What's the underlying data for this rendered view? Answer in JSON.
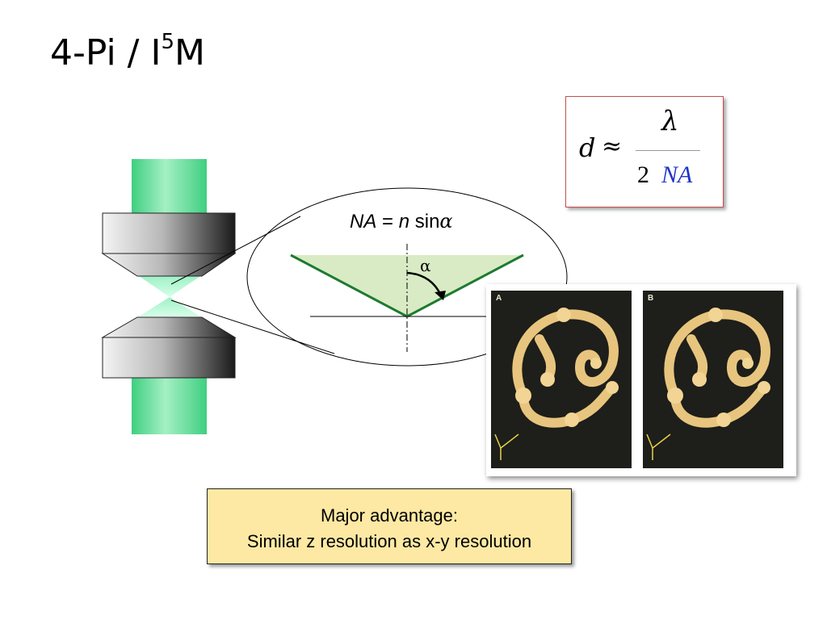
{
  "title": {
    "main": "4-Pi / I",
    "superscript": "5",
    "suffix": "M"
  },
  "formula": {
    "d": "d",
    "approx": "≈",
    "numerator": "λ",
    "denominator_num": "2",
    "denominator_na": "NA"
  },
  "na_equation": {
    "na": "NA",
    "eq": " = ",
    "n": "n",
    "sin": " sin",
    "alpha": "α"
  },
  "angle_label": "α",
  "images": {
    "panel_a_label": "A",
    "panel_b_label": "B"
  },
  "advantage": {
    "line1": "Major advantage:",
    "line2": "Similar z resolution as x-y resolution"
  },
  "colors": {
    "beam": "#7fe0a6",
    "cone_fill": "#d8ebc4",
    "cone_edge": "#1e7a30",
    "formula_border": "#c0504d",
    "na_blue": "#1f35c8",
    "advantage_bg": "#fde9a3"
  }
}
